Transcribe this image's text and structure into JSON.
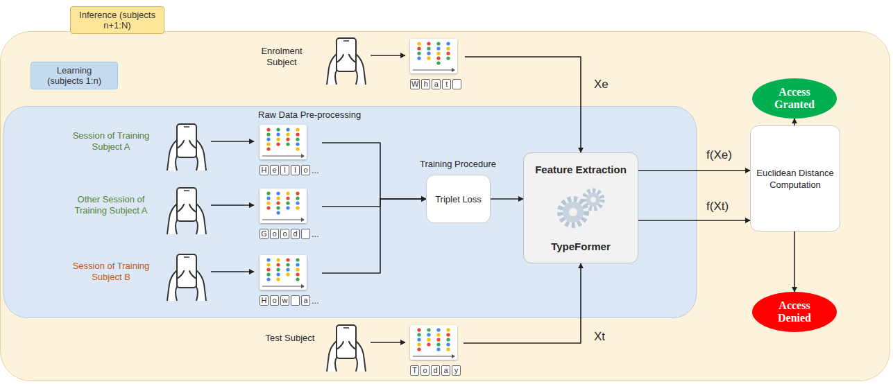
{
  "diagram": {
    "nodes": [
      {
        "text": [
          "Inference (subjects n+1:N)"
        ]
      },
      {
        "text": [
          "Learning (subjects 1:n)"
        ],
        "in": 0
      },
      {
        "text": [
          "H",
          "e",
          "l",
          "l",
          "o",
          "..."
        ],
        "in": 1
      },
      {
        "text": [
          "G",
          "o",
          "o",
          "d",
          "..."
        ],
        "in": 1
      },
      {
        "text": [
          "H",
          "o",
          "w",
          "a",
          "..."
        ],
        "in": 1
      },
      {
        "text": [
          "Training Procedure",
          "Triplet Loss"
        ],
        "in": 1
      },
      {
        "text": [
          "Feature Extraction",
          "TypeFormer"
        ],
        "in": 1
      },
      {
        "text": [
          "W",
          "h",
          "a",
          "t"
        ],
        "in": 0
      },
      {
        "text": [
          "T",
          "o",
          "d",
          "a",
          "y"
        ],
        "in": 0
      },
      {
        "text": [
          "Euclidean Distance Computation"
        ],
        "in": 0
      },
      {
        "text": [
          "Access Granted"
        ],
        "in": 0
      },
      {
        "text": [
          "Access Denied"
        ],
        "in": 0
      }
    ],
    "edges": [
      {
        "from": 2,
        "to": 5,
        "arrow": "to"
      },
      {
        "from": 3,
        "to": 5,
        "arrow": "to"
      },
      {
        "from": 4,
        "to": 5,
        "arrow": "to"
      },
      {
        "from": 5,
        "to": 6,
        "arrow": "to"
      },
      {
        "from": 7,
        "to": 6,
        "label": "Xe",
        "arrow": "to"
      },
      {
        "from": 8,
        "to": 6,
        "label": "Xt",
        "arrow": "to"
      },
      {
        "from": 6,
        "to": 9,
        "label": "f(Xe)",
        "arrow": "to"
      },
      {
        "from": 6,
        "to": 9,
        "label": "f(Xt)",
        "arrow": "to"
      },
      {
        "from": 9,
        "to": 10,
        "arrow": "to"
      },
      {
        "from": 9,
        "to": 11,
        "arrow": "to"
      }
    ],
    "labels": [
      "Raw Data Pre-processing",
      "Session of Training Subject A",
      "Other Session of Training Subject A",
      "Session of Training Subject B",
      "Enrolment Subject",
      "Test Subject"
    ]
  }
}
